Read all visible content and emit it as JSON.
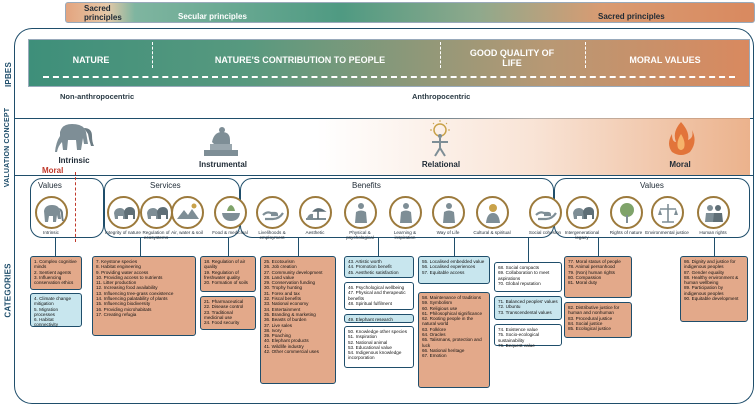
{
  "top_bar": {
    "sacred_left": "Sacred principles",
    "secular": "Secular principles",
    "sacred_right": "Sacred principles"
  },
  "sections": {
    "ipbes": "IPBES",
    "valuation": "VALUATION CONCEPT",
    "categories": "CATEGORIES"
  },
  "ipbes": {
    "nature": "NATURE",
    "ncp": "NATURE'S CONTRIBUTION TO PEOPLE",
    "gqol": "GOOD QUALITY OF LIFE",
    "moral_values": "MORAL VALUES",
    "non_anthro": "Non-anthropocentric",
    "anthro": "Anthropocentric"
  },
  "concepts": {
    "intrinsic": "Intrinsic",
    "moral_tag": "Moral",
    "instrumental": "Instrumental",
    "relational": "Relational",
    "moral": "Moral"
  },
  "groups": {
    "values_left": "Values",
    "services": "Services",
    "benefits": "Benefits",
    "values_right": "Values"
  },
  "icons": [
    {
      "label": "Intrinsic",
      "icon": "elephant-icon"
    },
    {
      "label": "Integrity of nature",
      "icon": "elephant-herd-icon"
    },
    {
      "label": "Regulation of ecosystems",
      "icon": "elephant-herd-icon"
    },
    {
      "label": "Air, water & soil",
      "icon": "landscape-icon"
    },
    {
      "label": "Food & medicinal",
      "icon": "food-bowl-icon"
    },
    {
      "label": "Livelihoods & employment",
      "icon": "hands-icon"
    },
    {
      "label": "Aesthetic",
      "icon": "savanna-icon"
    },
    {
      "label": "Physical & psychological",
      "icon": "person-icon"
    },
    {
      "label": "Learning & inspiration",
      "icon": "person-icon"
    },
    {
      "label": "Way of Life",
      "icon": "person-icon"
    },
    {
      "label": "Cultural & spiritual",
      "icon": "deity-icon"
    },
    {
      "label": "Social cohesion",
      "icon": "hands-icon"
    },
    {
      "label": "Intergenerational legacy",
      "icon": "elephant-herd-icon"
    },
    {
      "label": "Rights of nature",
      "icon": "tree-icon"
    },
    {
      "label": "Environmental justice",
      "icon": "scales-icon"
    },
    {
      "label": "Human rights",
      "icon": "people-icon"
    }
  ],
  "lists": {
    "l1": [
      "1. Complex cognitive minds",
      "2. Sentient agents",
      "3. Influencing conservation ethics"
    ],
    "l2": [
      "4. Climate change mitigation",
      "5. Migration processes",
      "6. Habitat connectivity"
    ],
    "l3": [
      "7. Keystone species",
      "8. Habitat engineering",
      "9. Providing water access",
      "10. Providing access to nutrients",
      "11. Litter production",
      "12. Increasing food availability",
      "13. Influencing tree-grass coexistence",
      "14. Influencing palatability of plants",
      "15. Influencing biodiversity",
      "16. Providing microhabitats",
      "17. Creating refugia"
    ],
    "l4": [
      "18. Regulation of air quality",
      "19. Regulation of freshwater quality",
      "20. Formation of soils"
    ],
    "l5": [
      "21. Pharmaceutical",
      "22. Disease control",
      "23. Traditional medicinal use",
      "24. Food security"
    ],
    "l6": [
      "25. Ecotourism",
      "26. Job creation",
      "27. Community development",
      "28. Land value",
      "29. Conservation funding",
      "30. Trophy hunting",
      "31. Forex and tax",
      "32. Fiscal benefits",
      "33. National economy",
      "34. Entertainment",
      "35. Branding & marketing",
      "36. Beasts of burden",
      "37. Live sales",
      "38. Ivory",
      "39. Poaching",
      "40. Elephant products",
      "41. Wildlife industry",
      "42. Other commercial uses"
    ],
    "l7": [
      "43. Artistic worth",
      "44. Promotion benefit",
      "45. Aesthetic satisfaction"
    ],
    "l8": [
      "46. Psychological wellbeing",
      "47. Physical and therapeutic benefits",
      "48. Spiritual fulfilment"
    ],
    "l9": [
      "49. Elephant research"
    ],
    "l10": [
      "50. Knowledge other species",
      "51. Inspiration",
      "52. National animal",
      "53. Educational value",
      "54. Indigenous knowledge incorporation"
    ],
    "l11": [
      "55. Localised embedded value",
      "56. Localised experiences",
      "57. Equitable access"
    ],
    "l12": [
      "58. Maintenance of traditions",
      "59. Symbolism",
      "60. Religious use",
      "61. Philosophical significance",
      "62. Rooting people in the natural world",
      "63. Folklore",
      "64. Oracles",
      "65. Talismans, protection and luck",
      "66. National heritage",
      "67. Emotion"
    ],
    "l13": [
      "68. Social compacts",
      "69. Collaboration to meet aspirations",
      "70. Global reputation"
    ],
    "l14": [
      "71. Balanced peoples' values",
      "72. Ubuntu",
      "73. Transcendental values"
    ],
    "l15": [
      "74. Existence value",
      "75. Socio-ecological sustainability",
      "76. Bequest value"
    ],
    "l16": [
      "77. Moral status of people",
      "78. Animal personhood",
      "79. (Non) human rights",
      "80. Compassion",
      "81. Moral duty"
    ],
    "l17": [
      "82. Distributive justice for human and nonhuman",
      "83. Procedural justice",
      "84. Social justice",
      "85. Ecological justice"
    ],
    "l18": [
      "86. Dignity and justice for indigenous peoples",
      "87. Gender equality",
      "88. Healthy environment & human wellbeing",
      "89. Participation by indigenous peoples",
      "90. Equitable development"
    ]
  },
  "colors": {
    "navy": "#1f4e6b",
    "teal": "#3e8f7a",
    "orange": "#d9895f",
    "gold": "#9c7a3c",
    "sky": "#c8e6ee"
  }
}
